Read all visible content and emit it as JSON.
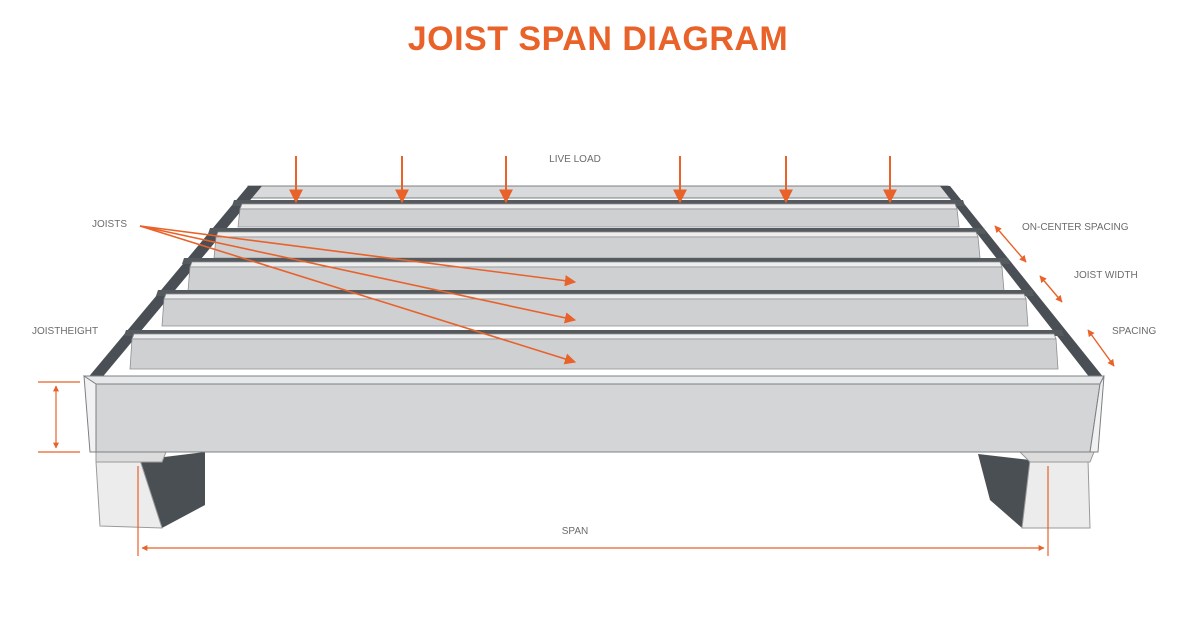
{
  "diagram": {
    "title": "JOIST SPAN DIAGRAM",
    "labels": {
      "live_load": "LIVE LOAD",
      "joists": "JOISTS",
      "on_center_spacing": "ON-CENTER SPACING",
      "joist_width": "JOIST WIDTH",
      "spacing": "SPACING",
      "joist_height": "JOISTHEIGHT",
      "span": "SPAN"
    },
    "colors": {
      "accent": "#e8622a",
      "joist_top": "#d7d8da",
      "joist_face": "#cfd0d2",
      "shadow": "#555a5f",
      "outline": "#8c8f93"
    }
  }
}
